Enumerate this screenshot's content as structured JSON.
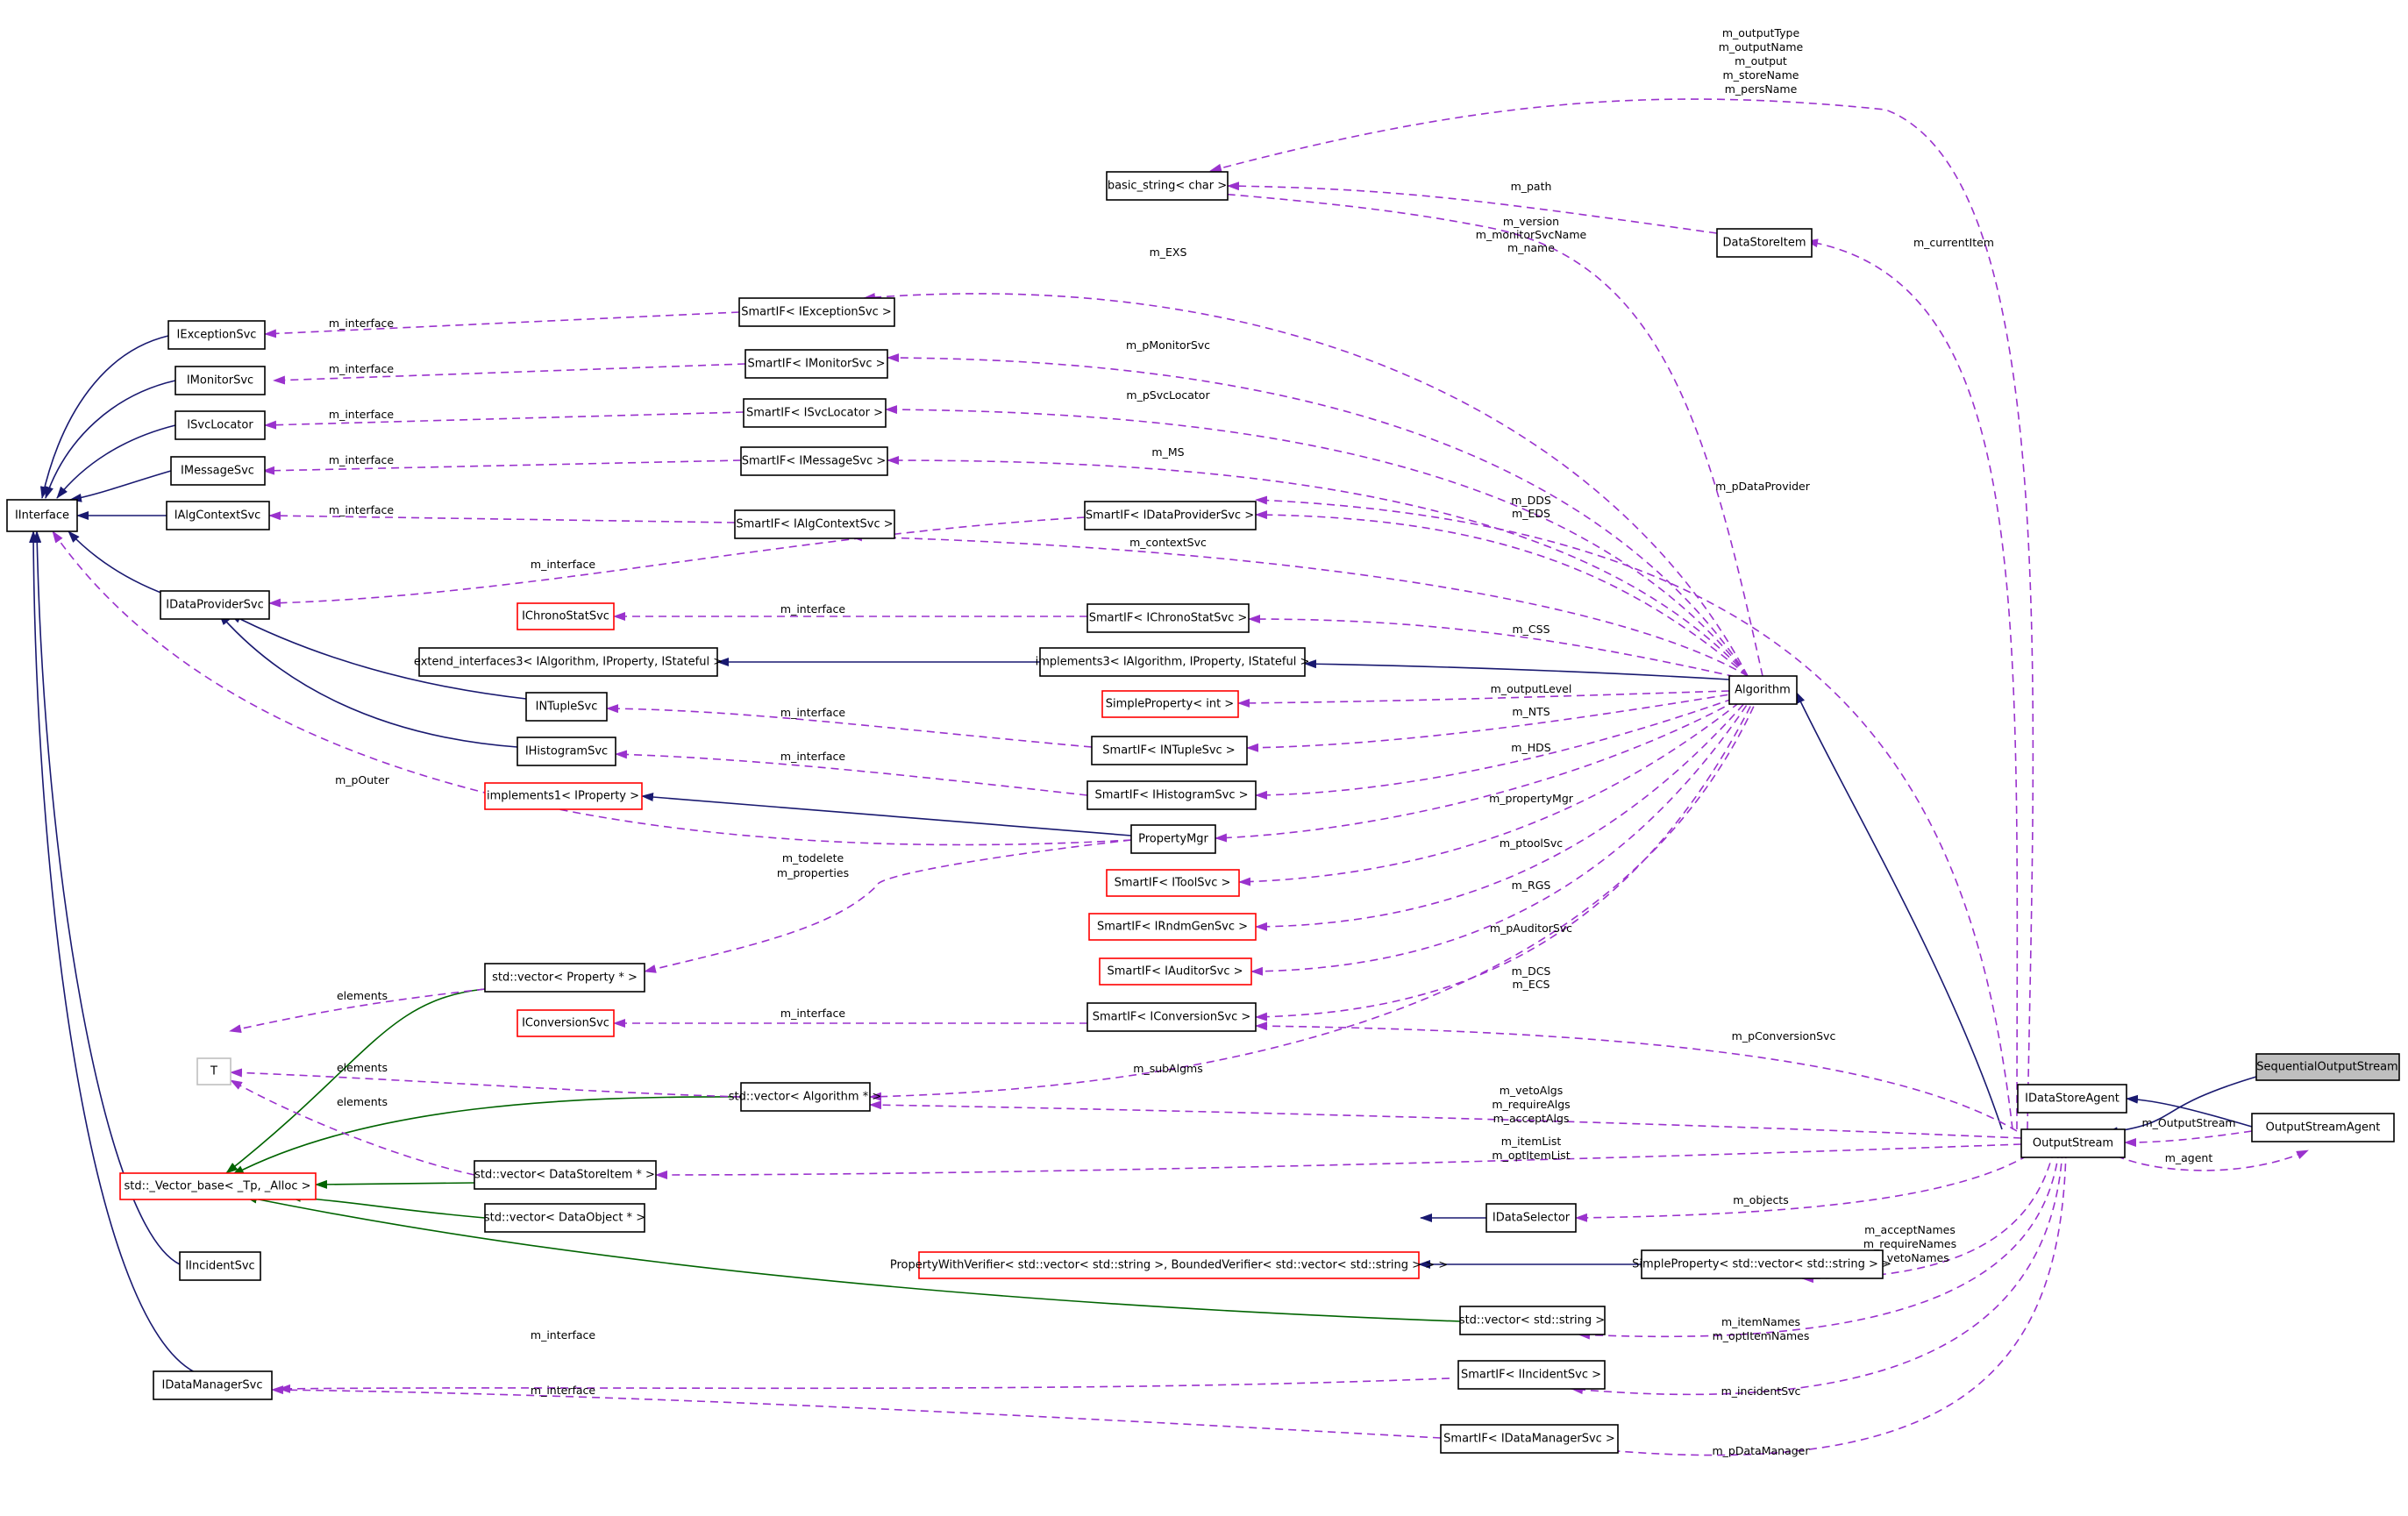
{
  "diagram": {
    "nodes": {
      "iinterface": "IInterface",
      "iexceptionsvc": "IExceptionSvc",
      "imonitorsvc": "IMonitorSvc",
      "isvclocator": "ISvcLocator",
      "imessagesvc": "IMessageSvc",
      "ialgcontextsvc": "IAlgContextSvc",
      "idataprovidersvc": "IDataProviderSvc",
      "ichronostatsvc": "IChronoStatSvc",
      "extend_interfaces3": "extend_interfaces3< IAlgorithm, IProperty, IStateful >",
      "intuplesvc": "INTupleSvc",
      "ihistogramsvc": "IHistogramSvc",
      "implements1": "implements1< IProperty >",
      "vector_property": "std::vector< Property * >",
      "iconversionsvc": "IConversionSvc",
      "t": "T",
      "vector_base": "std::_Vector_base< _Tp, _Alloc >",
      "vector_datastoreitem": "std::vector< DataStoreItem * >",
      "vector_dataobject": "std::vector< DataObject * >",
      "iincidentsvc": "IIncidentSvc",
      "idatamanagersvc": "IDataManagerSvc",
      "basic_string": "basic_string< char >",
      "datastoreitem": "DataStoreItem",
      "smartif_iexceptionsvc": "SmartIF< IExceptionSvc >",
      "smartif_imonitorsvc": "SmartIF< IMonitorSvc >",
      "smartif_isvclocator": "SmartIF< ISvcLocator >",
      "smartif_imessagesvc": "SmartIF< IMessageSvc >",
      "smartif_ialgcontextsvc": "SmartIF< IAlgContextSvc >",
      "smartif_idataprovidersvc": "SmartIF< IDataProviderSvc >",
      "smartif_ichronostatsvc": "SmartIF< IChronoStatSvc >",
      "implements3": "implements3< IAlgorithm, IProperty, IStateful >",
      "simpleproperty_int": "SimpleProperty< int >",
      "smartif_intuplesvc": "SmartIF< INTupleSvc >",
      "smartif_ihistogramsvc": "SmartIF< IHistogramSvc >",
      "propertymgr": "PropertyMgr",
      "smartif_itoolsvc": "SmartIF< IToolSvc >",
      "smartif_irndmgensvc": "SmartIF< IRndmGenSvc >",
      "smartif_iauditorsvc": "SmartIF< IAuditorSvc >",
      "smartif_iconversionsvc": "SmartIF< IConversionSvc >",
      "vector_algorithm": "std::vector< Algorithm * >",
      "algorithm": "Algorithm",
      "idataselector": "IDataSelector",
      "propertywithverifier": "PropertyWithVerifier< std::vector< std::string >, BoundedVerifier< std::vector< std::string > > >",
      "simpleproperty_vector": "SimpleProperty< std::vector< std::string > >",
      "vector_string": "std::vector< std::string >",
      "smartif_iincidentsvc": "SmartIF< IIncidentSvc >",
      "smartif_idatamanagersvc": "SmartIF< IDataManagerSvc >",
      "idatastoreagent": "IDataStoreAgent",
      "outputstream": "OutputStream",
      "outputstreamagent": "OutputStreamAgent",
      "sequentialoutputstream": "SequentialOutputStream"
    },
    "labels": {
      "m_interface": "m_interface",
      "m_exs": "m_EXS",
      "m_pmonitorsvc": "m_pMonitorSvc",
      "m_psvclocator": "m_pSvcLocator",
      "m_ms": "m_MS",
      "m_dds_eds": [
        "m_DDS",
        "m_EDS"
      ],
      "m_contextsvc": "m_contextSvc",
      "m_css": "m_CSS",
      "m_outputlevel": "m_outputLevel",
      "m_nts": "m_NTS",
      "m_hds": "m_HDS",
      "m_propertymgr": "m_propertyMgr",
      "m_ptoolsvc": "m_ptoolSvc",
      "m_rgs": "m_RGS",
      "m_pauditorsvc": "m_pAuditorSvc",
      "m_dcs_ecs": [
        "m_DCS",
        "m_ECS"
      ],
      "m_subalgms": "m_subAlgms",
      "m_pouter": "m_pOuter",
      "m_todelete_properties": [
        "m_todelete",
        "m_properties"
      ],
      "elements": "elements",
      "m_path": "m_path",
      "m_version_monitor_name": [
        "m_version",
        "m_monitorSvcName",
        "m_name"
      ],
      "m_output_group": [
        "m_outputType",
        "m_outputName",
        "m_output",
        "m_storeName",
        "m_persName"
      ],
      "m_currentitem": "m_currentItem",
      "m_pdataprovider": "m_pDataProvider",
      "m_pconversionsvc": "m_pConversionSvc",
      "m_algs_group": [
        "m_vetoAlgs",
        "m_requireAlgs",
        "m_acceptAlgs"
      ],
      "m_itemlist_group": [
        "m_itemList",
        "m_optItemList"
      ],
      "m_objects": "m_objects",
      "m_names_group": [
        "m_acceptNames",
        "m_requireNames",
        "m_vetoNames"
      ],
      "m_itemnames_group": [
        "m_itemNames",
        "m_optItemNames"
      ],
      "m_incidentsvc": "m_incidentSvc",
      "m_pdatamanager": "m_pDataManager",
      "m_outputstream": "m_OutputStream",
      "m_agent": "m_agent"
    }
  }
}
